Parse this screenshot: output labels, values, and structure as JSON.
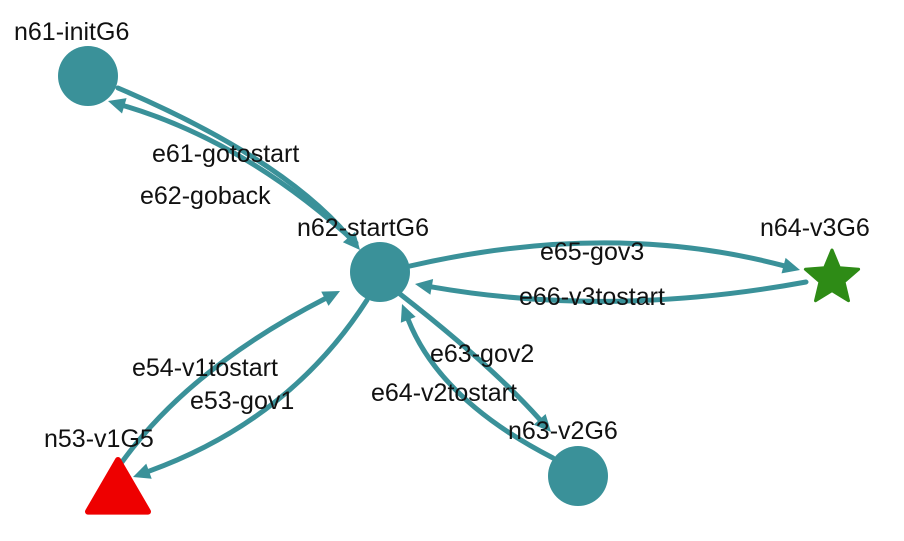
{
  "colors": {
    "edge": "#3a9199",
    "node_default": "#3a9199",
    "node_triangle": "#ee0000",
    "node_star": "#2e8b16"
  },
  "nodes": [
    {
      "id": "n61",
      "label": "n61-initG6",
      "shape": "circle"
    },
    {
      "id": "n62",
      "label": "n62-startG6",
      "shape": "circle"
    },
    {
      "id": "n64",
      "label": "n64-v3G6",
      "shape": "star"
    },
    {
      "id": "n53",
      "label": "n53-v1G5",
      "shape": "triangle"
    },
    {
      "id": "n63",
      "label": "n63-v2G6",
      "shape": "circle"
    }
  ],
  "edges": [
    {
      "id": "e61",
      "label": "e61-gotostart",
      "from": "n61",
      "to": "n62"
    },
    {
      "id": "e62",
      "label": "e62-goback",
      "from": "n62",
      "to": "n61"
    },
    {
      "id": "e65",
      "label": "e65-gov3",
      "from": "n62",
      "to": "n64"
    },
    {
      "id": "e66",
      "label": "e66-v3tostart",
      "from": "n64",
      "to": "n62"
    },
    {
      "id": "e54",
      "label": "e54-v1tostart",
      "from": "n53",
      "to": "n62"
    },
    {
      "id": "e53",
      "label": "e53-gov1",
      "from": "n62",
      "to": "n53"
    },
    {
      "id": "e63",
      "label": "e63-gov2",
      "from": "n62",
      "to": "n63"
    },
    {
      "id": "e64",
      "label": "e64-v2tostart",
      "from": "n63",
      "to": "n62"
    }
  ]
}
